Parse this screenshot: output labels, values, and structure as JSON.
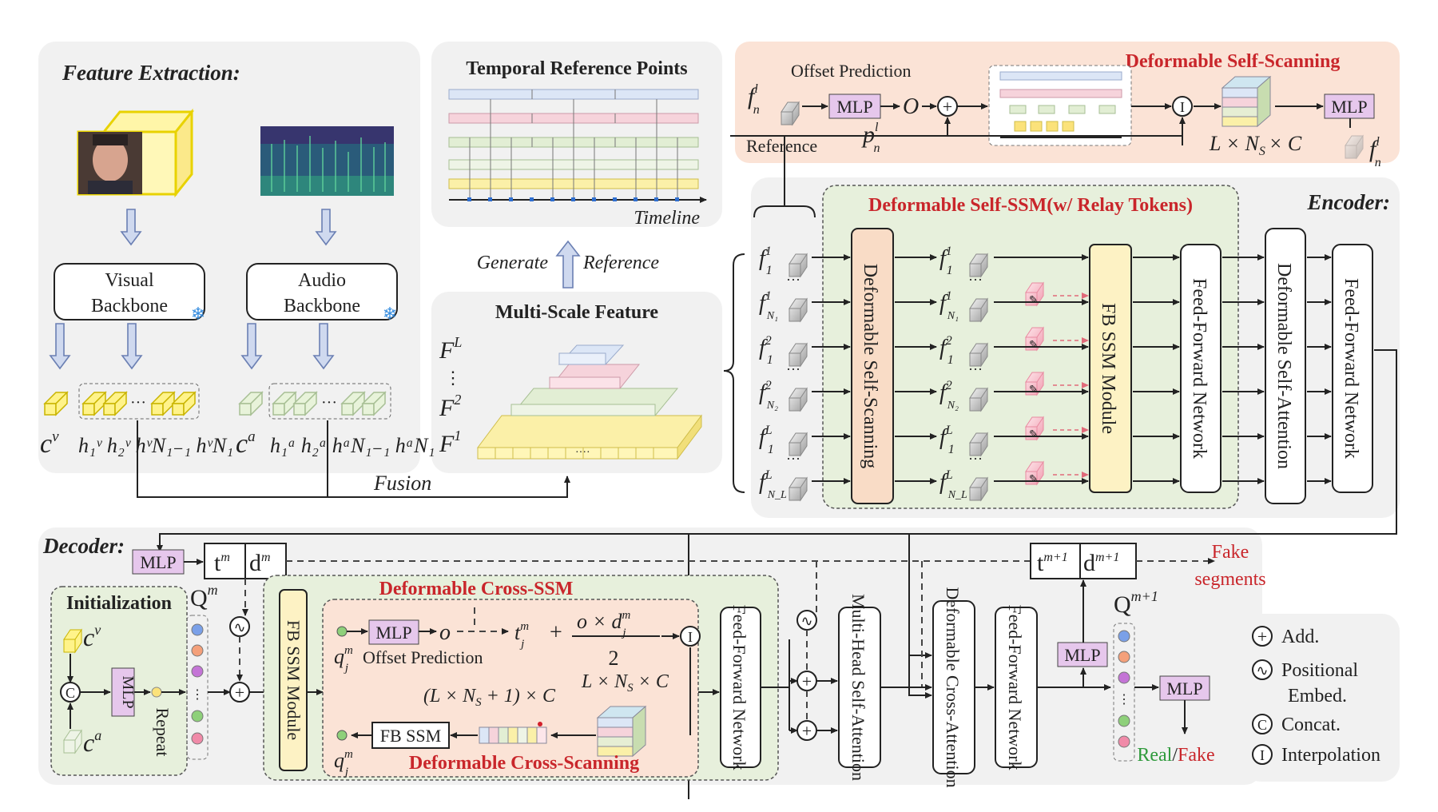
{
  "feature_extraction": {
    "title": "Feature Extraction:",
    "visual_backbone": [
      "Visual",
      "Backbone"
    ],
    "audio_backbone": [
      "Audio",
      "Backbone"
    ],
    "cv": "c",
    "cv_sup": "v",
    "hv": "h₁ᵛ h₂ᵛ  hᵛN₁₋₁ hᵛN₁",
    "ca": "c",
    "ca_sup": "a",
    "ha": "h₁ᵃ h₂ᵃ  hᵃN₁₋₁ hᵃN₁",
    "fusion": "Fusion"
  },
  "temporal": {
    "title": "Temporal Reference Points",
    "timeline": "Timeline",
    "generate": "Generate",
    "reference": "Reference"
  },
  "multiscale": {
    "title": "Multi-Scale Feature",
    "fL": "F",
    "fL_sup": "L",
    "f2": "F",
    "f2_sup": "2",
    "f1": "F",
    "f1_sup": "1"
  },
  "dss": {
    "title": "Deformable Self-Scanning",
    "offset_prediction": "Offset Prediction",
    "mlp": "MLP",
    "o": "O",
    "reference": "Reference",
    "shape": "L × N",
    "shape_s": "S",
    "shape_c": "× C",
    "mlp2": "MLP"
  },
  "encoder": {
    "title": "Encoder:",
    "ssm_title": "Deformable Self-SSM(w/ Relay Tokens)",
    "deformable_self_scanning": "Deformable Self-Scanning",
    "fb_ssm": "FB SSM Module",
    "ffn": "Feed-Forward Network",
    "dsa": "Deformable Self-Attention",
    "ffn2": "Feed-Forward Network",
    "labels": [
      "1",
      "N₁",
      "2",
      "N₂",
      "L",
      "N_L"
    ]
  },
  "decoder": {
    "title": "Decoder:",
    "mlp": "MLP",
    "tm": "t",
    "tm_sup": "m",
    "dm": "d",
    "dm_sup": "m",
    "tm1": "t",
    "tm1_sup": "m+1",
    "dm1": "d",
    "dm1_sup": "m+1",
    "fake_segments": [
      "Fake",
      "segments"
    ],
    "initialization": "Initialization",
    "cv": "c",
    "cv_sup": "v",
    "ca": "c",
    "ca_sup": "a",
    "repeat": "Repeat",
    "qm": "Q",
    "qm_sup": "m",
    "qm1": "Q",
    "qm1_sup": "m+1",
    "fb_ssm_module": "FB SSM Module",
    "cross_ssm": "Deformable Cross-SSM",
    "cross_scanning": "Deformable Cross-Scanning",
    "offset_prediction": "Offset Prediction",
    "mlp_in": "MLP",
    "fb_ssm": "FB SSM",
    "formula_len": "(L × N",
    "formula_len2": " + 1) × C",
    "formula_shape": "L × N",
    "formula_shape2": " × C",
    "two": "2",
    "ffn": "Feed-Forward Network",
    "mhsa": "Multi-Head Self-Attention",
    "dca": "Deformable Cross-Attention",
    "ffn2": "Feed-Forward Network",
    "mlp_up": "MLP",
    "mlp_out": "MLP",
    "real": "Real",
    "slash": "/",
    "fake": "Fake"
  },
  "legend": {
    "add": "Add.",
    "pos1": "Positional",
    "pos2": "Embed.",
    "concat": "Concat.",
    "interp": "Interpolation"
  },
  "colors": {
    "panel": "#f1f1f1",
    "dss_bg": "#fbe3d6",
    "ssm_bg": "#e7f0dc",
    "box_orange": "#f9dcc6",
    "box_yellow": "#fdf2c4",
    "mlp": "#e6c7ec",
    "red": "#c9262b"
  }
}
